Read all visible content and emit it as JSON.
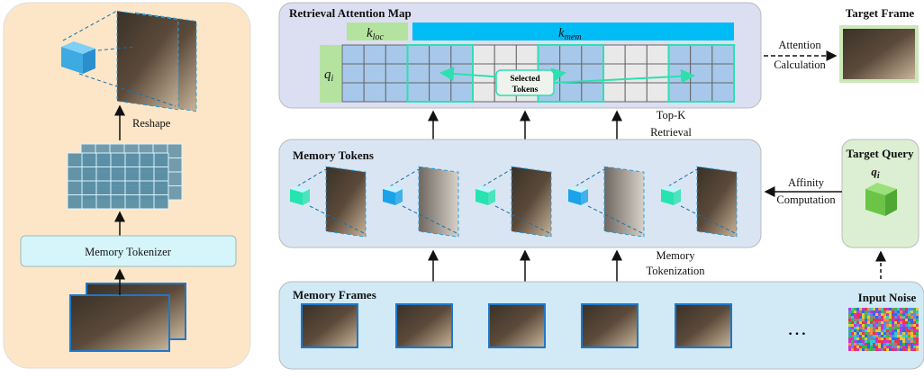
{
  "left_panel": {
    "reshape_label": "Reshape",
    "tokenizer_label": "Memory Tokenizer"
  },
  "attention_map": {
    "title": "Retrieval Attention Map",
    "k_loc": "k",
    "k_loc_sub": "loc",
    "k_mem": "k",
    "k_mem_sub": "mem",
    "q": "q",
    "q_sub": "i",
    "selected_label_1": "Selected",
    "selected_label_2": "Tokens",
    "columns": [
      "local",
      "local",
      "local",
      "sel",
      "sel",
      "sel",
      "off",
      "off",
      "off",
      "sel",
      "sel",
      "sel",
      "off",
      "off",
      "off",
      "sel",
      "sel",
      "sel"
    ]
  },
  "attention_calc": {
    "line1": "Attention",
    "line2": "Calculation"
  },
  "target_frame": {
    "title": "Target Frame"
  },
  "top_k": {
    "line1": "Top-K",
    "line2": "Retrieval"
  },
  "memory_tokens": {
    "title": "Memory Tokens",
    "cube_colors": [
      "#27e3b0",
      "#1aa3e8",
      "#27e3b0",
      "#1aa3e8",
      "#27e3b0"
    ]
  },
  "target_query": {
    "title": "Target Query",
    "q": "q",
    "q_sub": "i"
  },
  "affinity": {
    "line1": "Affinity",
    "line2": "Computation"
  },
  "memory_tokenization": {
    "line1": "Memory",
    "line2": "Tokenization"
  },
  "memory_frames": {
    "title": "Memory Frames",
    "ellipsis": "…"
  },
  "input_noise": {
    "title": "Input Noise"
  },
  "colors": {
    "left_bg": "#fde6c8",
    "attn_bg": "#dcdef2",
    "tokens_bg": "#d9e5f2",
    "frames_bg": "#d1eaf6",
    "query_bg": "#dcefd3",
    "k_loc": "#b4e3a0",
    "k_mem": "#00bcf5",
    "cell_blue": "#a7c8ea",
    "cell_gray": "#e9e9ea",
    "select": "#2ee0b0",
    "frame_border": "#1f77c9"
  }
}
